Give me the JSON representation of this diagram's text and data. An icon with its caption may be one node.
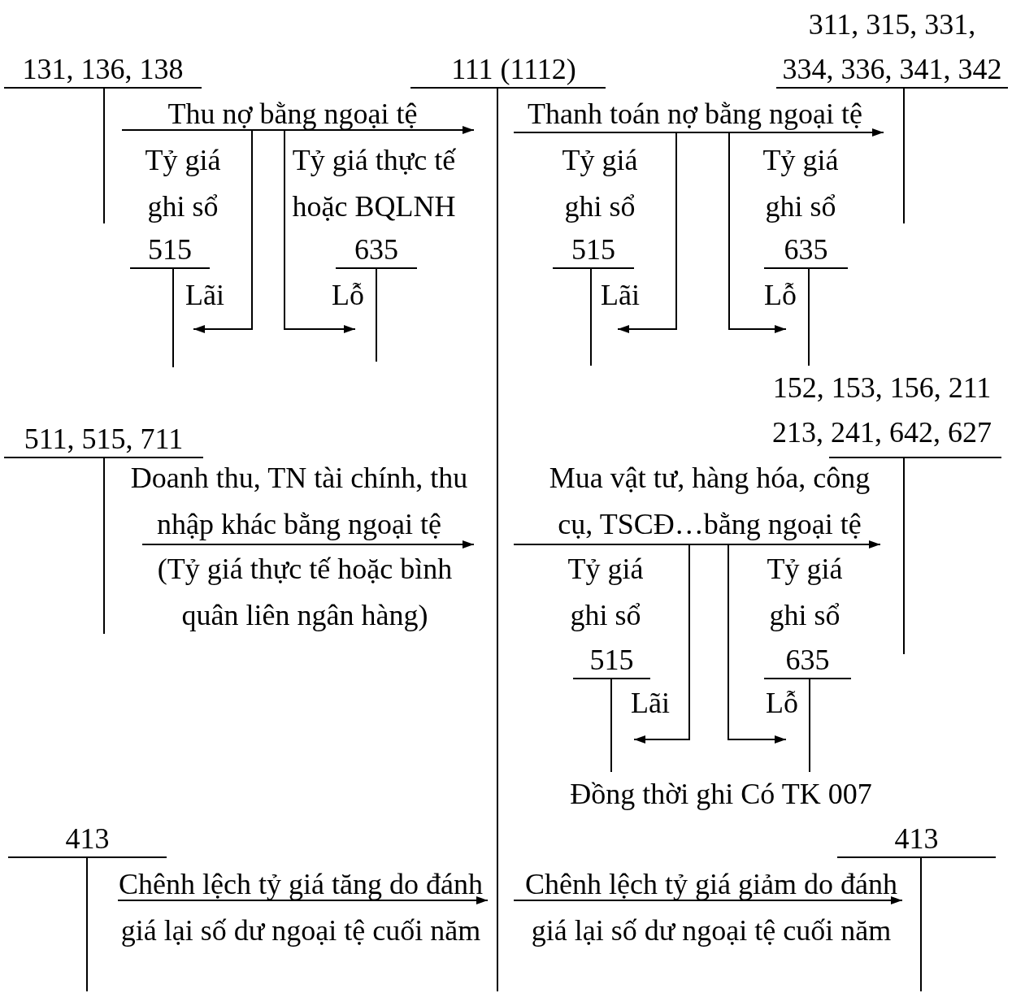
{
  "diagram": {
    "nodes": [
      {
        "text": [
          "131, 136, 138"
        ]
      },
      {
        "text": [
          "111 (1112)"
        ]
      },
      {
        "text": [
          "311, 315, 331, 334, 336, 341, 342"
        ]
      },
      {
        "text": [
          "515"
        ]
      },
      {
        "text": [
          "635"
        ]
      },
      {
        "text": [
          "515"
        ]
      },
      {
        "text": [
          "635"
        ]
      },
      {
        "text": [
          "152, 153, 156, 211 213, 241, 642, 627"
        ]
      },
      {
        "text": [
          "511, 515, 711"
        ]
      },
      {
        "text": [
          "515"
        ]
      },
      {
        "text": [
          "635"
        ]
      },
      {
        "text": [
          "413"
        ]
      },
      {
        "text": [
          "413"
        ]
      }
    ],
    "edges": [
      {
        "from": 0,
        "to": 1,
        "arrow": "to",
        "label": "Thu nợ bằng ngoại tệ"
      },
      {
        "from": 0,
        "to": 3,
        "arrow": "to",
        "label": "Lãi"
      },
      {
        "from": 0,
        "to": 4,
        "arrow": "to",
        "label": "Lỗ"
      },
      {
        "from": 1,
        "to": 2,
        "arrow": "to",
        "label": "Thanh toán nợ bằng ngoại tệ"
      },
      {
        "from": 1,
        "to": 5,
        "arrow": "to",
        "label": "Lãi"
      },
      {
        "from": 1,
        "to": 6,
        "arrow": "to",
        "label": "Lỗ"
      },
      {
        "from": 8,
        "to": 1,
        "arrow": "to",
        "label": "Doanh thu, TN tài chính, thu nhập khác bằng ngoại tệ"
      },
      {
        "from": 1,
        "to": 7,
        "arrow": "to",
        "label": "Mua vật tư, hàng hóa, công cụ, TSCĐ…bằng ngoại tệ"
      },
      {
        "from": 1,
        "to": 9,
        "arrow": "to",
        "label": "Lãi"
      },
      {
        "from": 1,
        "to": 10,
        "arrow": "to",
        "label": "Lỗ"
      },
      {
        "from": 11,
        "to": 1,
        "arrow": "to",
        "label": "Chênh lệch tỷ giá tăng do đánh giá lại số dư ngoại tệ cuối năm"
      },
      {
        "from": 1,
        "to": 12,
        "arrow": "to",
        "label": "Chênh lệch tỷ giá giảm do đánh giá lại số dư ngoại tệ cuối năm"
      }
    ],
    "labels": [
      "Tỷ giá ghi sổ",
      "Tỷ giá thực tế hoặc BQLNH",
      "Tỷ giá ghi sổ",
      "Tỷ giá ghi sổ",
      "(Tỷ giá thực tế hoặc bình quân liên ngân hàng)",
      "Tỷ giá ghi sổ",
      "Tỷ giá ghi sổ",
      "Đồng thời ghi Có TK 007"
    ]
  }
}
